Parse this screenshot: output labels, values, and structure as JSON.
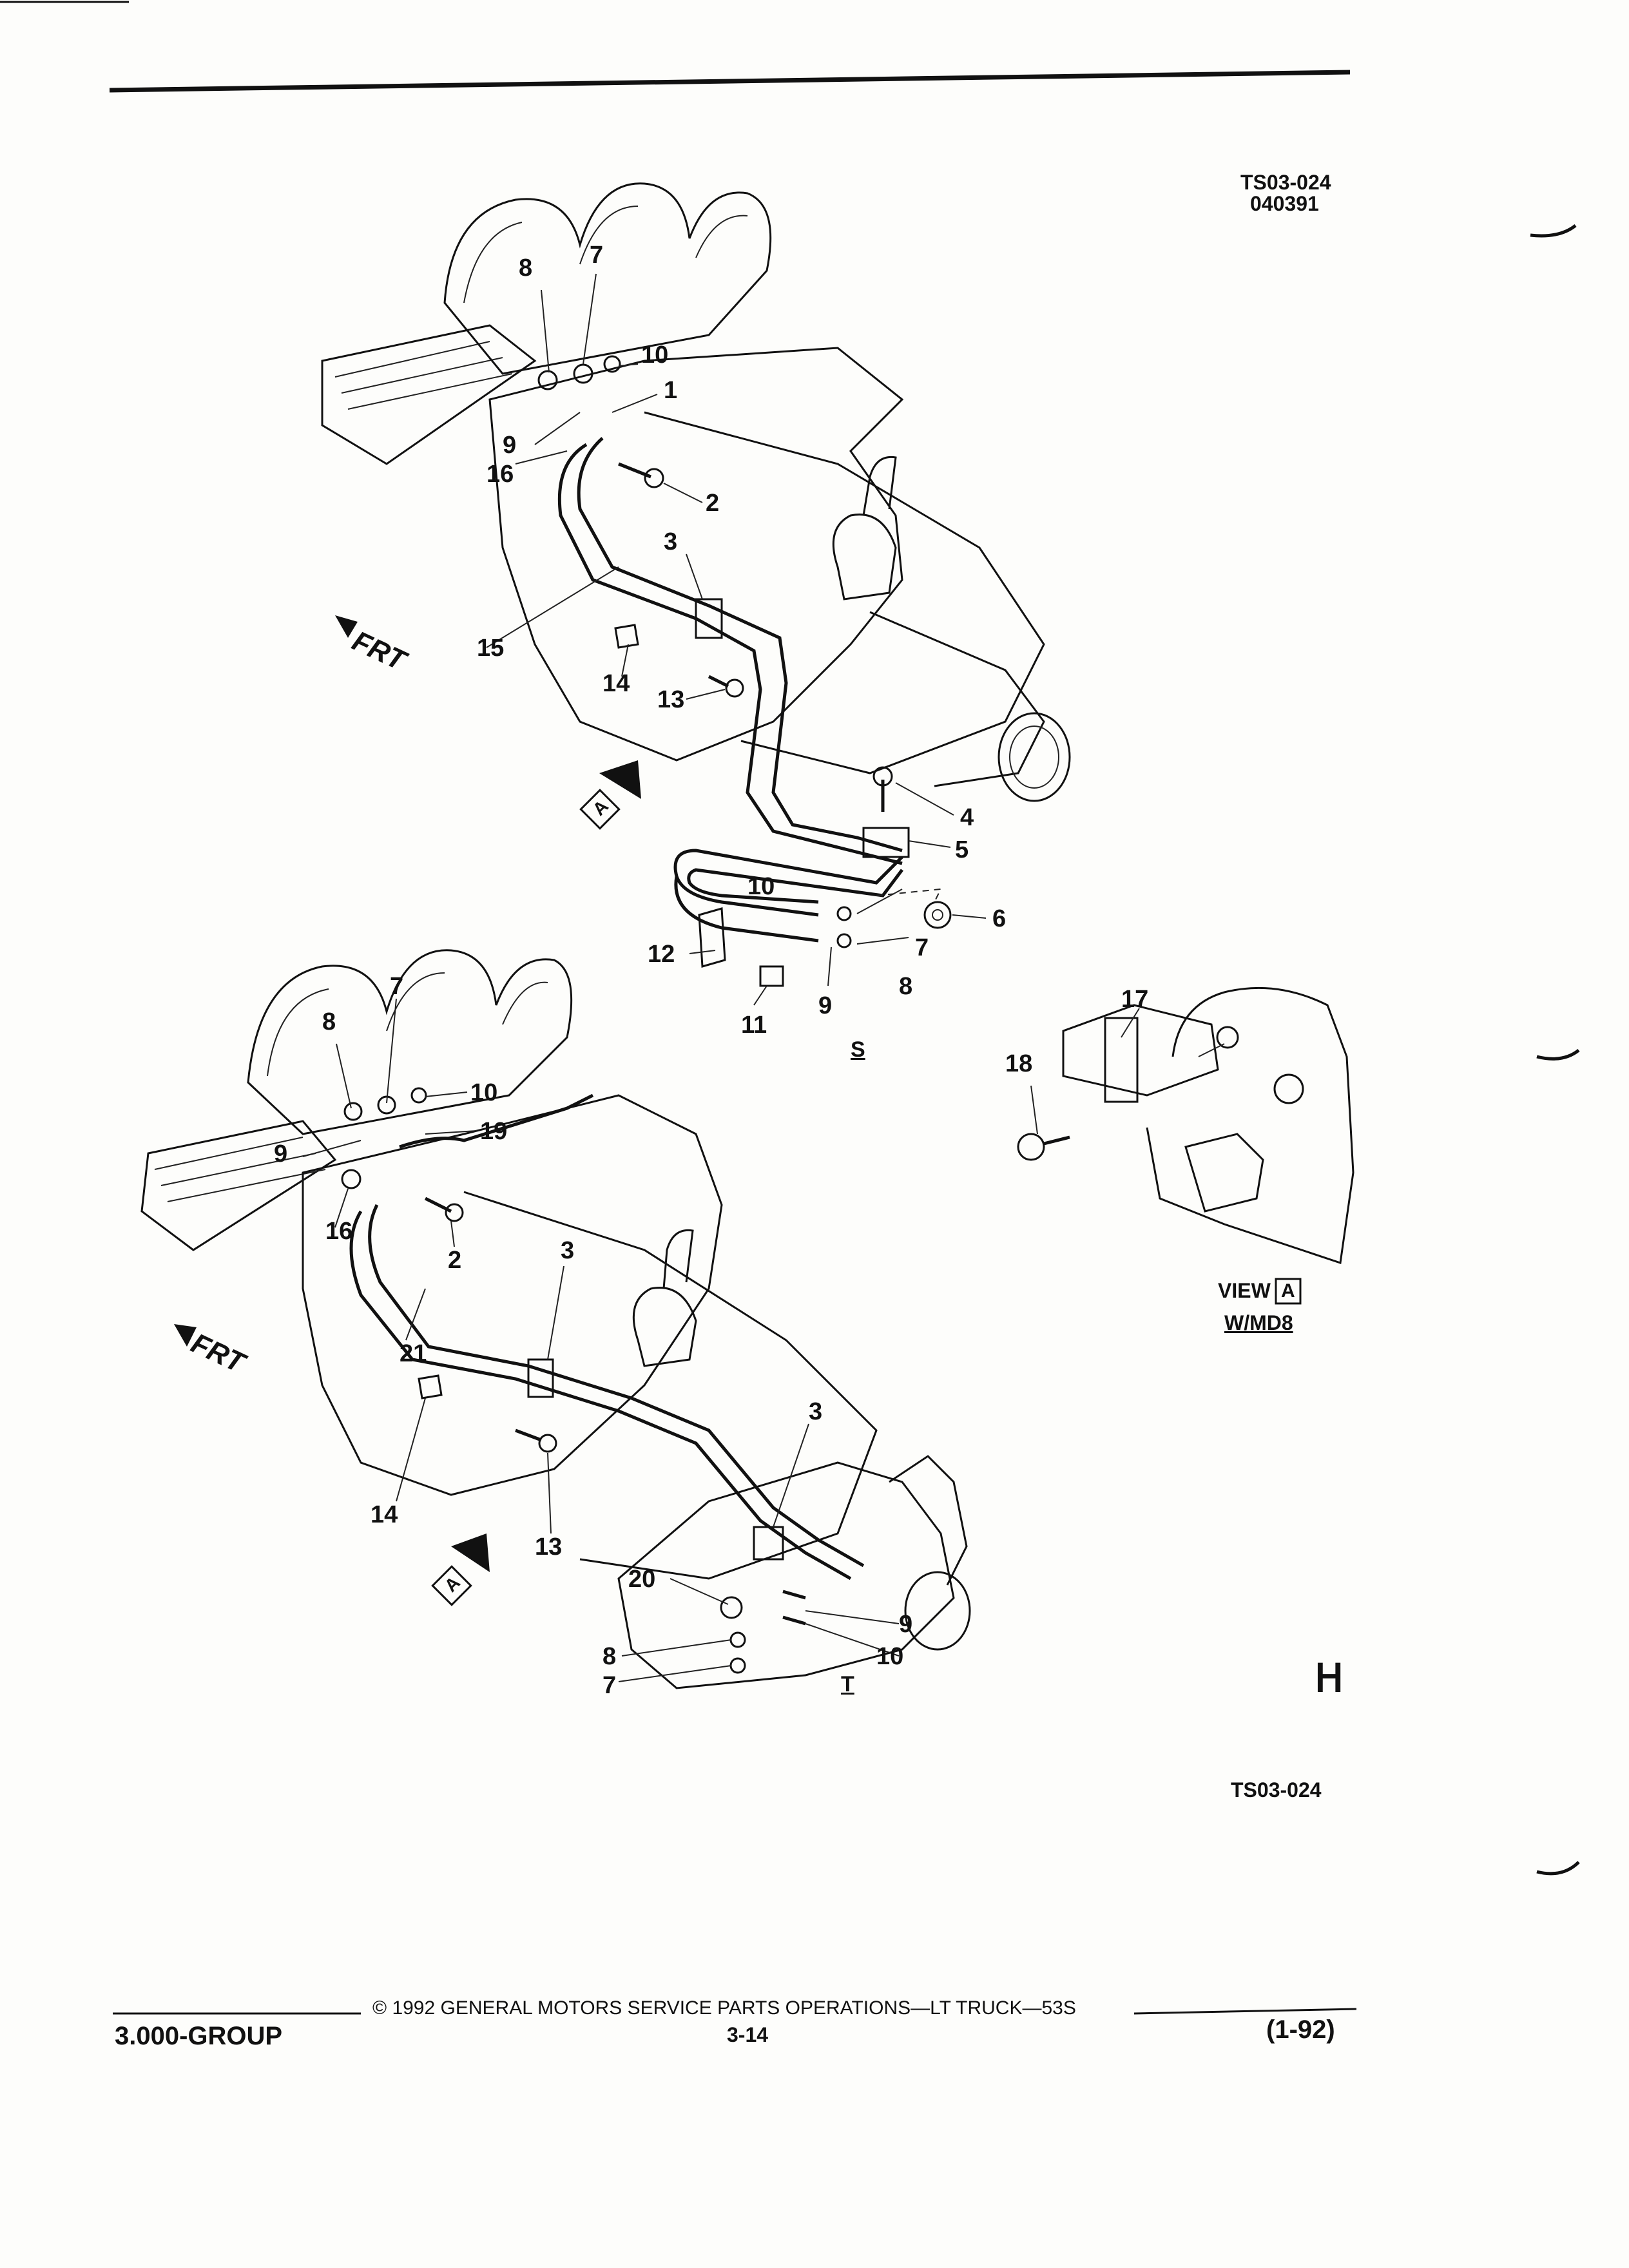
{
  "header": {
    "code_top": "TS03-024",
    "date_code": "040391",
    "code_bottom": "TS03-024"
  },
  "diagram_s": {
    "label": "S",
    "callouts": [
      "8",
      "7",
      "10",
      "1",
      "9",
      "16",
      "2",
      "3",
      "15",
      "14",
      "13",
      "4",
      "5",
      "6",
      "10",
      "7",
      "12",
      "8",
      "11",
      "9"
    ],
    "frt_label": "FRT",
    "view_marker": "A"
  },
  "diagram_t": {
    "label": "T",
    "callouts": [
      "7",
      "8",
      "10",
      "19",
      "9",
      "16",
      "2",
      "3",
      "21",
      "14",
      "13",
      "3",
      "20",
      "9",
      "8",
      "10",
      "7"
    ],
    "frt_label": "FRT",
    "view_marker": "A"
  },
  "view_a": {
    "title": "VIEW",
    "marker": "A",
    "subtitle": "W/MD8",
    "callouts": [
      "17",
      "18"
    ]
  },
  "logo_glyph": "ᕼ",
  "footer": {
    "copyright": "©  1992  GENERAL MOTORS SERVICE PARTS OPERATIONS—LT TRUCK—53S",
    "group": "3.000-GROUP",
    "page": "3-14",
    "revision": "(1-92)"
  }
}
